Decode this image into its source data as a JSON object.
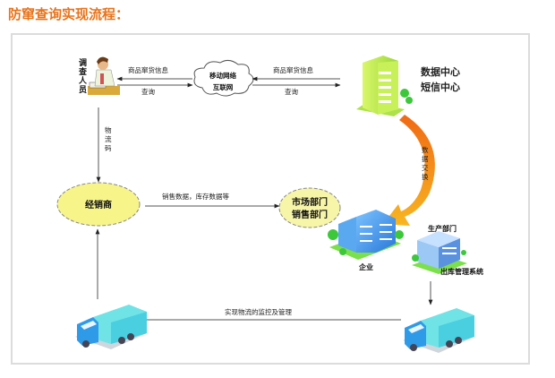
{
  "title": "防窜查询实现流程：",
  "nodes": {
    "investigator": {
      "label_chars": [
        "调",
        "查",
        "人",
        "员"
      ]
    },
    "cloud": {
      "line1": "移动网络",
      "line2": "互联网"
    },
    "datacenter": {
      "line1": "数据中心",
      "line2": "短信中心"
    },
    "dealer": {
      "label": "经销商"
    },
    "market": {
      "line1": "市场部门",
      "line2": "销售部门"
    },
    "enterprise": {
      "label": "企业"
    },
    "production": {
      "label": "生产部门"
    },
    "warehouse": {
      "label": "出库管理系统"
    }
  },
  "edges": {
    "person_to_cloud_top": "商品窜货信息",
    "person_to_cloud_bottom": "查询",
    "cloud_to_center_top": "商品窜货信息",
    "cloud_to_center_bottom": "查询",
    "logistics_code_chars": [
      "物",
      "流",
      "码"
    ],
    "data_exchange_chars": [
      "数",
      "据",
      "交",
      "换"
    ],
    "dealer_to_market": "销售数据，库存数据等",
    "truck_monitor": "实现物流的监控及管理"
  },
  "colors": {
    "title": "#e8731a",
    "ellipse_fill": "#f7f58a",
    "ellipse_stroke": "#888888",
    "building_green": "#b8e94a",
    "building_blue": "#3b8fe8",
    "truck_blue": "#2f9be8",
    "truck_cargo": "#6fe3e6",
    "exchange_arrow_start": "#f07a1a",
    "exchange_arrow_end": "#f6b01e"
  }
}
